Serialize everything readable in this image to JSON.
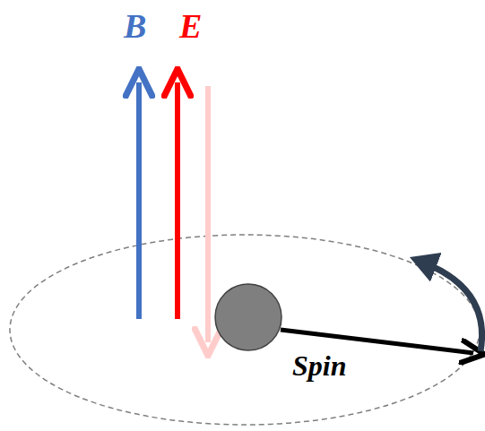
{
  "diagram": {
    "labels": [
      "B",
      "E",
      "Spin"
    ]
  }
}
